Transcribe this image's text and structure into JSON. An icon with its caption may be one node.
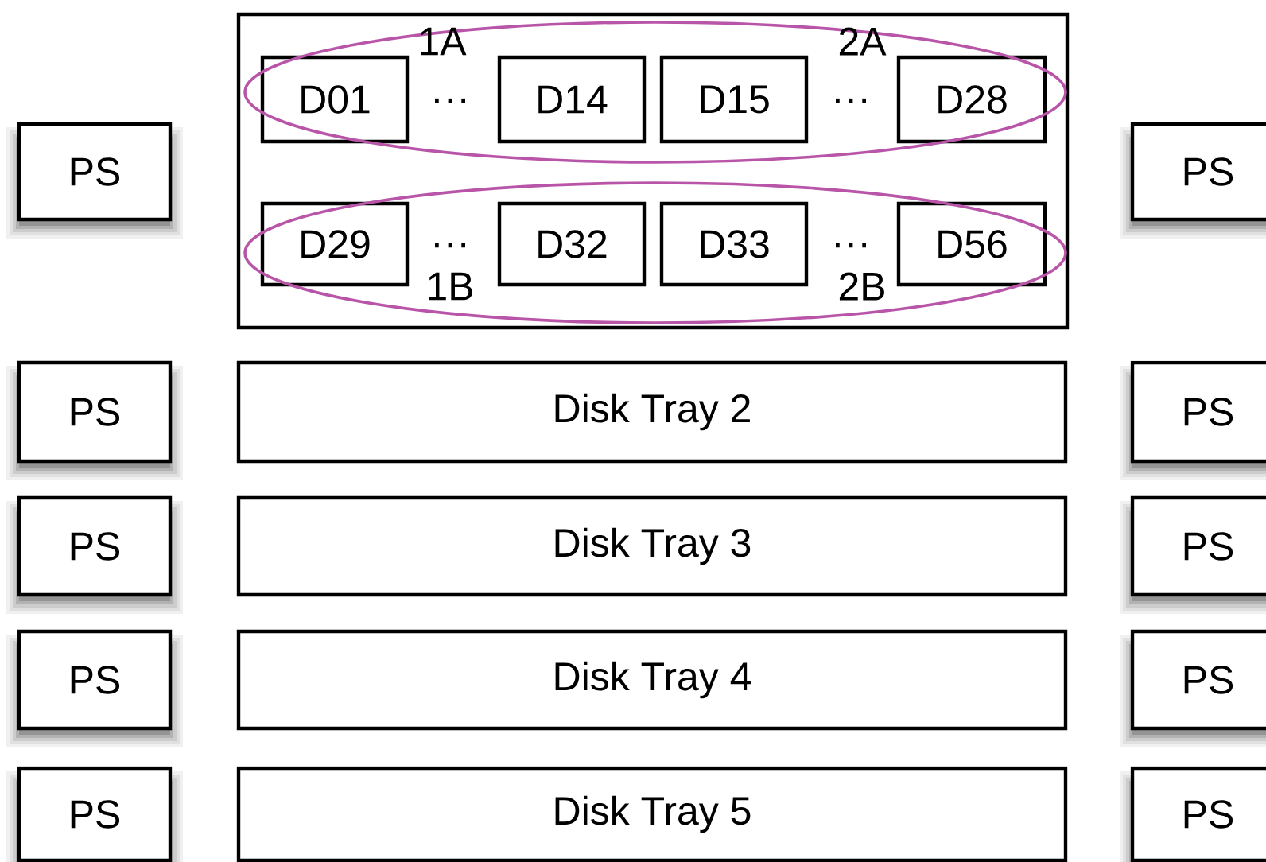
{
  "diagram": {
    "nodes": [
      {
        "text": [
          "PS"
        ]
      },
      {
        "text": [],
        "shape": "box"
      },
      {
        "text": [
          "D01"
        ],
        "in": 1
      },
      {
        "text": [
          "D14"
        ],
        "in": 1
      },
      {
        "text": [
          "D15"
        ],
        "in": 1
      },
      {
        "text": [
          "D28"
        ],
        "in": 1
      },
      {
        "text": [
          "D29"
        ],
        "in": 1
      },
      {
        "text": [
          "D32"
        ],
        "in": 1
      },
      {
        "text": [
          "D33"
        ],
        "in": 1
      },
      {
        "text": [
          "D56"
        ],
        "in": 1
      },
      {
        "text": [
          "PS"
        ]
      },
      {
        "text": [
          "PS"
        ]
      },
      {
        "text": [
          "Disk Tray 2"
        ]
      },
      {
        "text": [
          "PS"
        ]
      },
      {
        "text": [
          "PS"
        ]
      },
      {
        "text": [
          "Disk Tray 3"
        ]
      },
      {
        "text": [
          "PS"
        ]
      },
      {
        "text": [
          "PS"
        ]
      },
      {
        "text": [
          "Disk Tray 4"
        ]
      },
      {
        "text": [
          "PS"
        ]
      },
      {
        "text": [
          "PS"
        ]
      },
      {
        "text": [
          "Disk Tray 5"
        ]
      },
      {
        "text": [
          "PS"
        ]
      }
    ],
    "labels": [
      "1A",
      "2A",
      "···",
      "···",
      "···",
      "···",
      "1B",
      "2B"
    ]
  }
}
